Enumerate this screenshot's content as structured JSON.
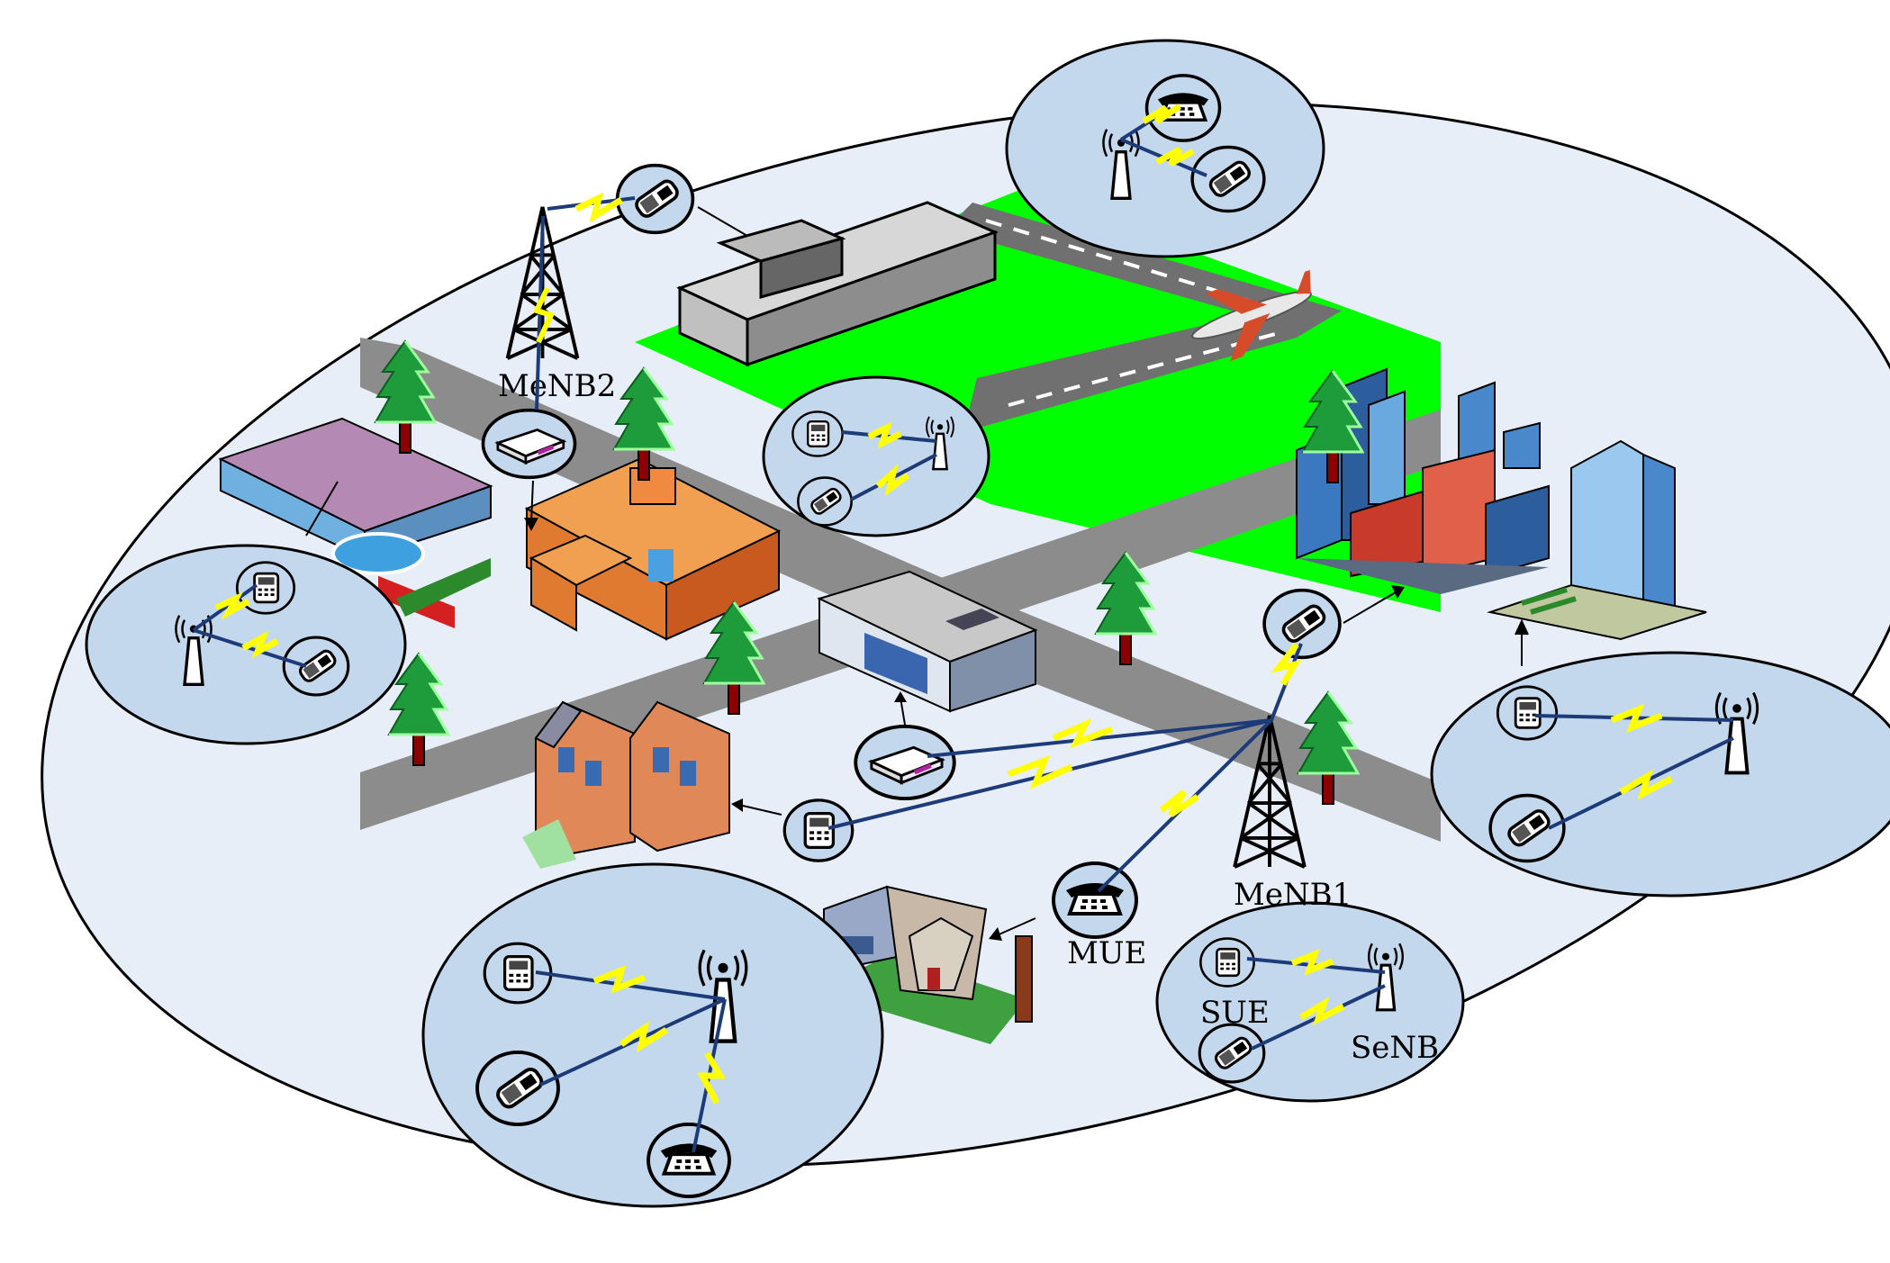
{
  "diagram": {
    "labels": {
      "menb2": "MeNB2",
      "menb1": "MeNB1",
      "mue": "MUE",
      "sue": "SUE",
      "senb": "SeNB"
    },
    "colors": {
      "macro_area": "#e8eef7",
      "small_cell": "#c3d8ec",
      "field": "#00ff00",
      "road": "#8c8c8c",
      "link_zigzag": "#ffff00",
      "link_line": "#1c3b78",
      "tree": "#1e9b3a"
    },
    "icons": [
      "cell-tower-icon",
      "small-base-station-icon",
      "mobile-phone-icon",
      "desk-phone-icon",
      "router-icon",
      "airplane-icon",
      "tree-icon",
      "building-icon"
    ]
  }
}
